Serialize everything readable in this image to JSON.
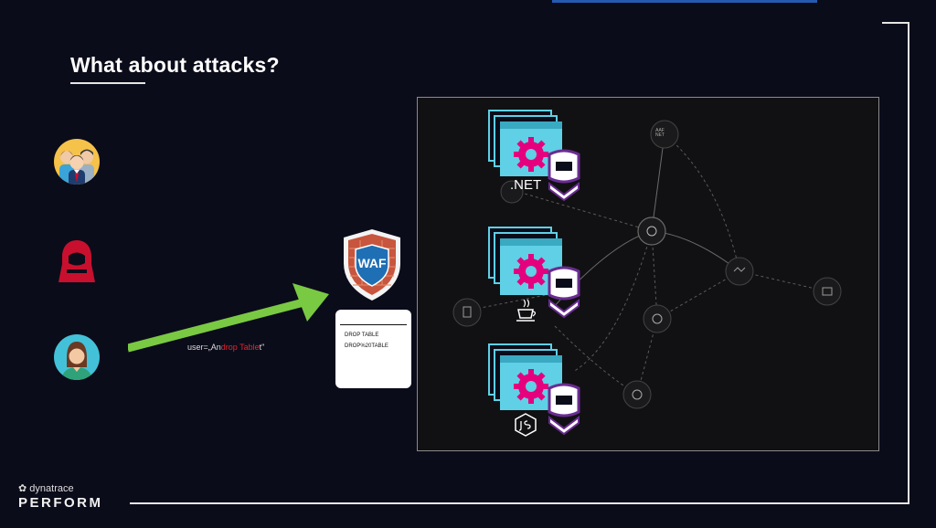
{
  "slide": {
    "title": "What about attacks?"
  },
  "arrow": {
    "label_prefix": "user=„An",
    "label_payload": "drop Table",
    "label_suffix": "t\""
  },
  "waf": {
    "badge": "WAF",
    "lines": [
      "DROP TABLE",
      "DROP%20TABLE"
    ]
  },
  "services": {
    "dotnet_label": ".NET"
  },
  "node_label": "AAF NET",
  "brand": {
    "logo_text": "dynatrace",
    "event": "PERFORM"
  },
  "colors": {
    "background": "#0b0c1a",
    "arrow": "#7ac943",
    "gear": "#e5007e",
    "window": "#5fd0e6",
    "badge_purple": "#6a2c91",
    "threat_red": "#c8102e"
  }
}
